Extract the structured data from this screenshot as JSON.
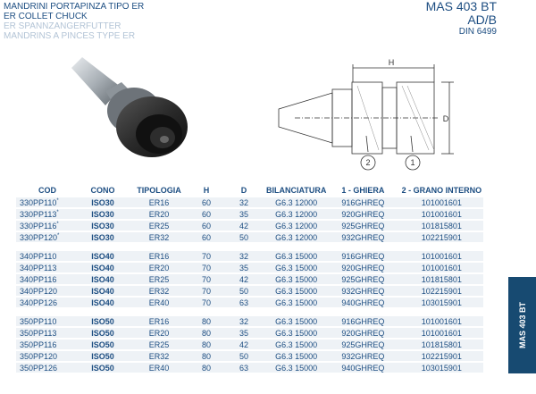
{
  "header": {
    "title_it": "MANDRINI PORTAPINZA TIPO ER",
    "title_en": "ER COLLET CHUCK",
    "title_de": "ER SPANNZANGERFUTTER",
    "title_fr": "MANDRINS A PINCES TYPE ER",
    "model": "MAS 403 BT",
    "model_sub": "AD/B",
    "standard": "DIN 6499"
  },
  "drawing": {
    "dim_h": "H",
    "dim_d": "D",
    "callout_1": "1",
    "callout_2": "2"
  },
  "side_tab": "MAS 403 BT",
  "table": {
    "headers": [
      "COD",
      "CONO",
      "TIPOLOGIA",
      "H",
      "D",
      "BILANCIATURA",
      "1 - GHIERA",
      "2 - GRANO INTERNO"
    ],
    "groups": [
      {
        "rows": [
          {
            "cod": "330PP110",
            "star": "*",
            "cono": "ISO30",
            "tip": "ER16",
            "h": "60",
            "d": "32",
            "bil": "G6.3 12000",
            "ghiera": "916GHREQ",
            "grano": "101001601"
          },
          {
            "cod": "330PP113",
            "star": "*",
            "cono": "ISO30",
            "tip": "ER20",
            "h": "60",
            "d": "35",
            "bil": "G6.3 12000",
            "ghiera": "920GHREQ",
            "grano": "101001601"
          },
          {
            "cod": "330PP116",
            "star": "*",
            "cono": "ISO30",
            "tip": "ER25",
            "h": "60",
            "d": "42",
            "bil": "G6.3 12000",
            "ghiera": "925GHREQ",
            "grano": "101815801"
          },
          {
            "cod": "330PP120",
            "star": "*",
            "cono": "ISO30",
            "tip": "ER32",
            "h": "60",
            "d": "50",
            "bil": "G6.3 12000",
            "ghiera": "932GHREQ",
            "grano": "102215901"
          }
        ]
      },
      {
        "rows": [
          {
            "cod": "340PP110",
            "star": "",
            "cono": "ISO40",
            "tip": "ER16",
            "h": "70",
            "d": "32",
            "bil": "G6.3 15000",
            "ghiera": "916GHREQ",
            "grano": "101001601"
          },
          {
            "cod": "340PP113",
            "star": "",
            "cono": "ISO40",
            "tip": "ER20",
            "h": "70",
            "d": "35",
            "bil": "G6.3 15000",
            "ghiera": "920GHREQ",
            "grano": "101001601"
          },
          {
            "cod": "340PP116",
            "star": "",
            "cono": "ISO40",
            "tip": "ER25",
            "h": "70",
            "d": "42",
            "bil": "G6.3 15000",
            "ghiera": "925GHREQ",
            "grano": "101815801"
          },
          {
            "cod": "340PP120",
            "star": "",
            "cono": "ISO40",
            "tip": "ER32",
            "h": "70",
            "d": "50",
            "bil": "G6.3 15000",
            "ghiera": "932GHREQ",
            "grano": "102215901"
          },
          {
            "cod": "340PP126",
            "star": "",
            "cono": "ISO40",
            "tip": "ER40",
            "h": "70",
            "d": "63",
            "bil": "G6.3 15000",
            "ghiera": "940GHREQ",
            "grano": "103015901"
          }
        ]
      },
      {
        "rows": [
          {
            "cod": "350PP110",
            "star": "",
            "cono": "ISO50",
            "tip": "ER16",
            "h": "80",
            "d": "32",
            "bil": "G6.3 15000",
            "ghiera": "916GHREQ",
            "grano": "101001601"
          },
          {
            "cod": "350PP113",
            "star": "",
            "cono": "ISO50",
            "tip": "ER20",
            "h": "80",
            "d": "35",
            "bil": "G6.3 15000",
            "ghiera": "920GHREQ",
            "grano": "101001601"
          },
          {
            "cod": "350PP116",
            "star": "",
            "cono": "ISO50",
            "tip": "ER25",
            "h": "80",
            "d": "42",
            "bil": "G6.3 15000",
            "ghiera": "925GHREQ",
            "grano": "101815801"
          },
          {
            "cod": "350PP120",
            "star": "",
            "cono": "ISO50",
            "tip": "ER32",
            "h": "80",
            "d": "50",
            "bil": "G6.3 15000",
            "ghiera": "932GHREQ",
            "grano": "102215901"
          },
          {
            "cod": "350PP126",
            "star": "",
            "cono": "ISO50",
            "tip": "ER40",
            "h": "80",
            "d": "63",
            "bil": "G6.3 15000",
            "ghiera": "940GHREQ",
            "grano": "103015901"
          }
        ]
      }
    ]
  }
}
